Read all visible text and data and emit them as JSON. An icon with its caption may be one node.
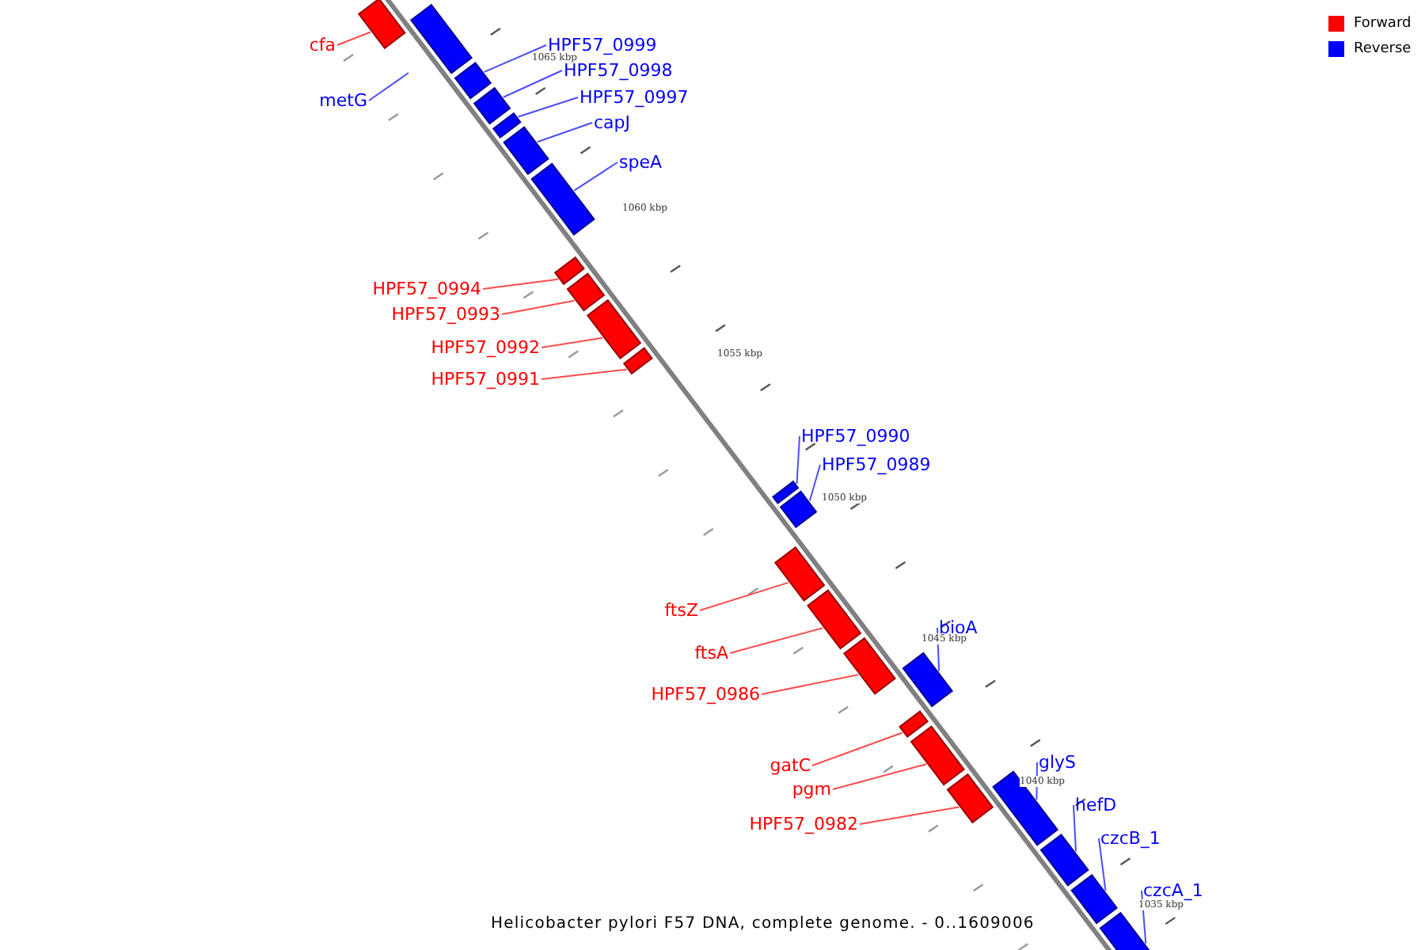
{
  "diagram": {
    "caption": "Helicobacter pylori F57 DNA, complete genome. - 0..1609006",
    "nodes": [
      {
        "text": [
          "cfa"
        ]
      },
      {
        "text": [],
        "shape": "bar"
      },
      {
        "text": [],
        "shape": "bar"
      },
      {
        "text": [
          "HPF57_0999"
        ]
      },
      {
        "text": [],
        "shape": "bar"
      },
      {
        "text": [
          "metG"
        ]
      },
      {
        "text": [
          "HPF57_0998"
        ]
      },
      {
        "text": [],
        "shape": "bar"
      },
      {
        "text": [
          "HPF57_0997"
        ]
      },
      {
        "text": [],
        "shape": "bar"
      },
      {
        "text": [
          "capJ"
        ]
      },
      {
        "text": [],
        "shape": "bar"
      },
      {
        "text": [
          "speA"
        ]
      },
      {
        "text": [],
        "shape": "bar"
      },
      {
        "text": [
          "HPF57_0994"
        ]
      },
      {
        "text": [],
        "shape": "bar"
      },
      {
        "text": [
          "HPF57_0993"
        ]
      },
      {
        "text": [],
        "shape": "bar"
      },
      {
        "text": [
          "HPF57_0992"
        ]
      },
      {
        "text": [],
        "shape": "bar"
      },
      {
        "text": [
          "HPF57_0991"
        ]
      },
      {
        "text": [],
        "shape": "bar"
      },
      {
        "text": [
          "HPF57_0990"
        ]
      },
      {
        "text": [],
        "shape": "bar"
      },
      {
        "text": [
          "HPF57_0989"
        ]
      },
      {
        "text": [],
        "shape": "bar"
      },
      {
        "text": [
          "ftsZ"
        ]
      },
      {
        "text": [],
        "shape": "bar"
      },
      {
        "text": [
          "ftsA"
        ]
      },
      {
        "text": [],
        "shape": "bar"
      },
      {
        "text": [
          "HPF57_0986"
        ]
      },
      {
        "text": [],
        "shape": "bar"
      },
      {
        "text": [
          "bioA"
        ]
      },
      {
        "text": [],
        "shape": "bar"
      },
      {
        "text": [
          "gatC"
        ]
      },
      {
        "text": [],
        "shape": "bar"
      },
      {
        "text": [
          "pgm"
        ]
      },
      {
        "text": [],
        "shape": "bar"
      },
      {
        "text": [
          "HPF57_0982"
        ]
      },
      {
        "text": [],
        "shape": "bar"
      },
      {
        "text": [
          "glyS"
        ]
      },
      {
        "text": [],
        "shape": "bar"
      },
      {
        "text": [
          "hefD"
        ]
      },
      {
        "text": [],
        "shape": "bar"
      },
      {
        "text": [
          "czcB_1"
        ]
      },
      {
        "text": [],
        "shape": "bar"
      },
      {
        "text": [
          "czcA_1"
        ]
      },
      {
        "text": [],
        "shape": "bar"
      }
    ],
    "edges": [
      {
        "from": 0,
        "to": 1,
        "arrow": "none",
        "color": "#ff0000"
      },
      {
        "from": 3,
        "to": 4,
        "arrow": "none"
      },
      {
        "from": 5,
        "to": null,
        "arrow": "none"
      },
      {
        "from": 6,
        "to": 7,
        "arrow": "none"
      },
      {
        "from": 8,
        "to": 9,
        "arrow": "none"
      },
      {
        "from": 10,
        "to": 11,
        "arrow": "none"
      },
      {
        "from": 12,
        "to": 13,
        "arrow": "none"
      },
      {
        "from": 14,
        "to": 15,
        "arrow": "none",
        "color": "#ff0000"
      },
      {
        "from": 16,
        "to": 17,
        "arrow": "none",
        "color": "#ff0000"
      },
      {
        "from": 18,
        "to": 19,
        "arrow": "none",
        "color": "#ff0000"
      },
      {
        "from": 20,
        "to": 21,
        "arrow": "none",
        "color": "#ff0000"
      },
      {
        "from": 22,
        "to": 23,
        "arrow": "none"
      },
      {
        "from": 24,
        "to": 25,
        "arrow": "none"
      },
      {
        "from": 26,
        "to": 27,
        "arrow": "none",
        "color": "#ff0000"
      },
      {
        "from": 28,
        "to": 29,
        "arrow": "none",
        "color": "#ff0000"
      },
      {
        "from": 30,
        "to": 31,
        "arrow": "none",
        "color": "#ff0000"
      },
      {
        "from": 32,
        "to": 33,
        "arrow": "none"
      },
      {
        "from": 34,
        "to": 35,
        "arrow": "none",
        "color": "#ff0000"
      },
      {
        "from": 36,
        "to": 37,
        "arrow": "none",
        "color": "#ff0000"
      },
      {
        "from": 38,
        "to": 39,
        "arrow": "none",
        "color": "#ff0000"
      },
      {
        "from": 40,
        "to": 41,
        "arrow": "none"
      },
      {
        "from": 42,
        "to": 43,
        "arrow": "none"
      },
      {
        "from": 44,
        "to": 45,
        "arrow": "none"
      },
      {
        "from": 46,
        "to": 47,
        "arrow": "none"
      }
    ],
    "labels": [
      "1065 kbp",
      "1060 kbp",
      "1055 kbp",
      "1050 kbp",
      "1045 kbp",
      "1040 kbp",
      "1035 kbp"
    ],
    "legend": [
      {
        "text": "Forward",
        "color": "#ff0000"
      },
      {
        "text": "Reverse",
        "color": "#0000ff"
      }
    ]
  }
}
